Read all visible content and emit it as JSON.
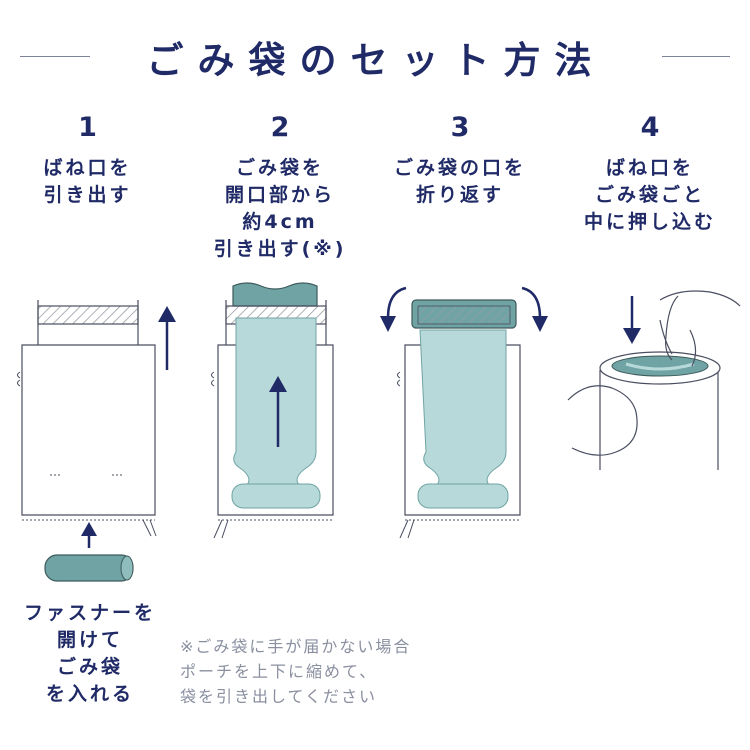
{
  "title": "ごみ袋のセット方法",
  "steps": [
    {
      "number": "1",
      "text": "ばね口を\n引き出す"
    },
    {
      "number": "2",
      "text": "ごみ袋を\n開口部から\n約4cm\n引き出す(※)"
    },
    {
      "number": "3",
      "text": "ごみ袋の口を\n折り返す"
    },
    {
      "number": "4",
      "text": "ばね口を\nごみ袋ごと\n中に押し込む"
    }
  ],
  "zipper_label": "ファスナーを\n開けて\nごみ袋\nを入れる",
  "note": "※ごみ袋に手が届かない場合\nポーチを上下に縮めて、\n袋を引き出してください",
  "colors": {
    "navy": "#1f2a66",
    "teal": "#6fa3a4",
    "teal_light": "#b8d9d9",
    "line": "#4a4e60",
    "gray_text": "#8a8fa0"
  }
}
